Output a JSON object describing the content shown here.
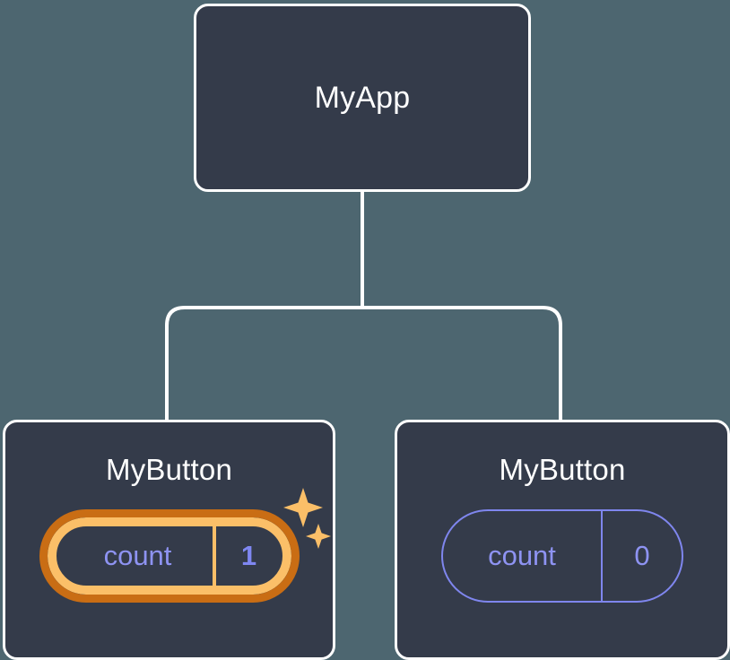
{
  "theme": {
    "background": "#4d6670",
    "node_fill": "#343b4a",
    "node_border": "#ffffff",
    "connector": "#ffffff",
    "accent_value": "#8e93f2",
    "highlight_outer": "#c96d14",
    "highlight_inner": "#fbbf68",
    "sparkle": "#fbbf68"
  },
  "diagram": {
    "type": "component-tree",
    "root": {
      "name": "root-component",
      "title": "MyApp"
    },
    "children": [
      {
        "name": "child-component-left",
        "title": "MyButton",
        "state": {
          "key": "count",
          "value": "1"
        },
        "highlighted": true,
        "sparkles": [
          {
            "name": "sparkle-large"
          },
          {
            "name": "sparkle-small"
          }
        ]
      },
      {
        "name": "child-component-right",
        "title": "MyButton",
        "state": {
          "key": "count",
          "value": "0"
        },
        "highlighted": false
      }
    ]
  }
}
